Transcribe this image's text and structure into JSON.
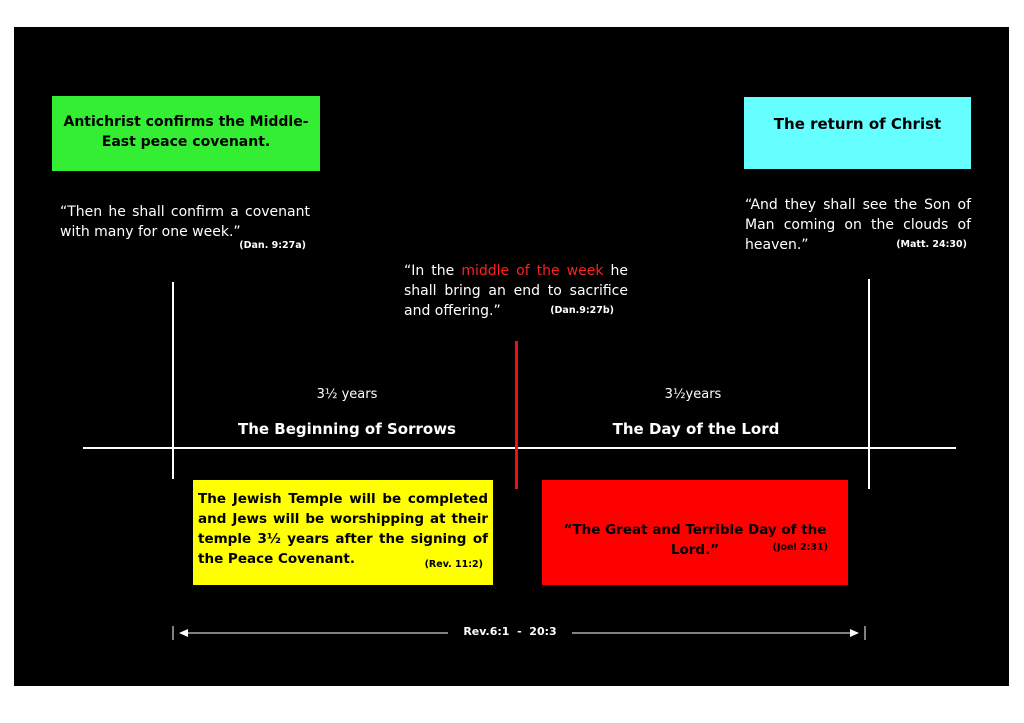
{
  "colors": {
    "background": "#000000",
    "green": "#33ee33",
    "cyan": "#66ffff",
    "yellow": "#ffff00",
    "red": "#ff0000",
    "midline": "#ee1111"
  },
  "left_box": {
    "text": "Antichrist confirms the Middle-East peace covenant."
  },
  "right_box": {
    "text": "The return of Christ"
  },
  "left_quote": {
    "text": "“Then he shall confirm a covenant with many for one week.”",
    "ref": "(Dan. 9:27a)"
  },
  "right_quote": {
    "text": "“And they shall see the Son of Man coming on the clouds of heaven.”",
    "ref": "(Matt. 24:30)"
  },
  "middle_quote": {
    "pre": "“In the ",
    "highlight": "middle of the week",
    "post": " he shall bring an end to sacrifice and offering.”",
    "ref": "(Dan.9:27b)"
  },
  "first_half": {
    "duration": "3½  years",
    "title": "The Beginning of Sorrows"
  },
  "second_half": {
    "duration": "3½years",
    "title": "The Day of the Lord"
  },
  "yellow_box": {
    "text": "The Jewish Temple will be completed and Jews will be worshipping at their temple 3½ years after the signing of the Peace Covenant.",
    "ref": "(Rev. 11:2)"
  },
  "red_box": {
    "text": "“The Great and Terrible Day of the Lord.”",
    "ref": "(Joel 2:31)"
  },
  "span_label": "Rev.6:1  -  20:3"
}
